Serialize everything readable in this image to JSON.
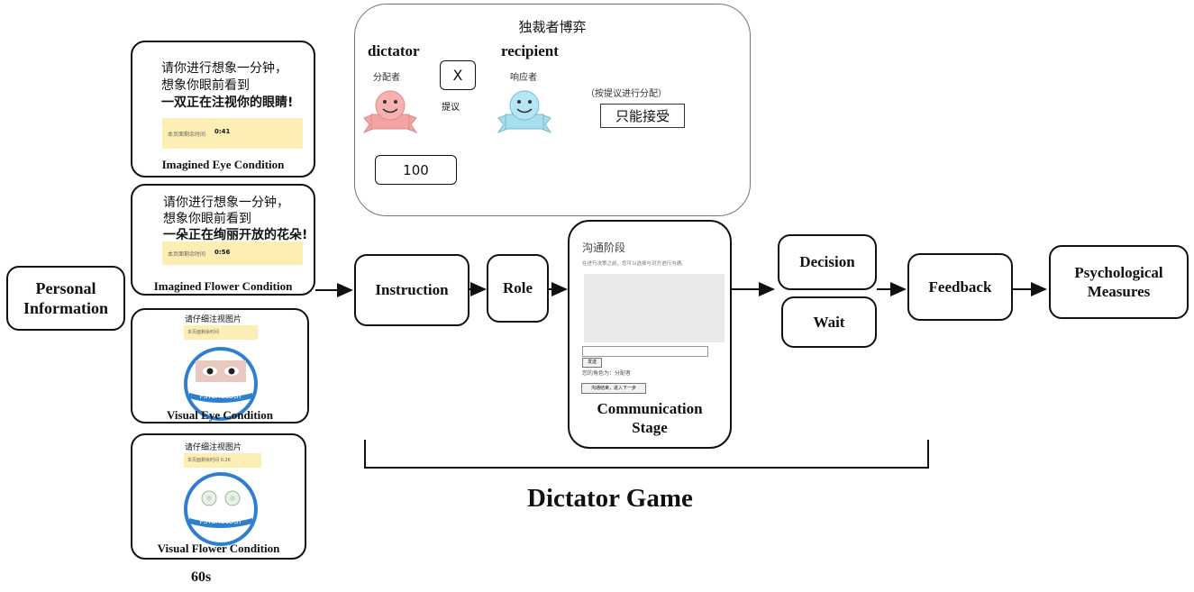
{
  "conditions": {
    "imagined_eye": {
      "line1": "请你进行想象一分钟，",
      "line2": "想象你眼前看到",
      "line3": "一双正在注视你的眼睛!",
      "timer_label": "本页面剩余时间",
      "timer_value": "0:41",
      "caption": "Imagined Eye Condition"
    },
    "imagined_flower": {
      "line1": "请你进行想象一分钟，",
      "line2": "想象你眼前看到",
      "line3": "一朵正在绚丽开放的花朵!",
      "timer_label": "本页面剩余时间",
      "timer_value": "0:56",
      "caption": "Imagined Flower Condition"
    },
    "visual_eye": {
      "title": "请仔细注视图片",
      "banner": "本页面剩余时间",
      "logo_text": "PSYCHOLOGY",
      "caption": "Visual Eye Condition"
    },
    "visual_flower": {
      "title": "请仔细注视图片",
      "banner": "本页面剩余时间 0:26",
      "logo_text": "PSYCHOLOGY",
      "caption": "Visual Flower Condition"
    },
    "duration": "60s"
  },
  "personal_info": {
    "line1": "Personal",
    "line2": "Information"
  },
  "dictator_panel": {
    "title": "独裁者博弈",
    "dictator_label": "dictator",
    "dictator_cn": "分配者",
    "recipient_label": "recipient",
    "recipient_cn": "响应者",
    "offer_value": "X",
    "propose_label": "提议",
    "note": "（按提议进行分配）",
    "accept_text": "只能接受",
    "endowment": "100"
  },
  "flow": {
    "instruction": "Instruction",
    "role": "Role",
    "communication_title": "沟通阶段",
    "communication_hint": "在进行决策之前，您可以选择与对方进行沟通。",
    "send_button": "发送",
    "role_line": "您的角色为：分配者",
    "next_button": "沟通结束，进入下一步",
    "communication_caption_1": "Communication",
    "communication_caption_2": "Stage",
    "decision": "Decision",
    "wait": "Wait",
    "feedback": "Feedback",
    "psych_1": "Psychological",
    "psych_2": "Measures"
  },
  "game_label": "Dictator Game",
  "colors": {
    "banner": "#fdeeb3",
    "pink": "#f4a3a3",
    "blue": "#a7dff0",
    "logo_blue": "#2f7fd1"
  }
}
